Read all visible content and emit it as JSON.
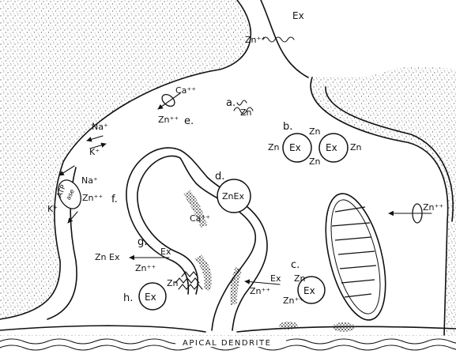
{
  "diagram": {
    "caption": "APICAL DENDRITE",
    "labels": {
      "a": "a.",
      "b": "b.",
      "c": "c.",
      "d": "d.",
      "e": "e.",
      "f": "f.",
      "g": "g.",
      "h": "h."
    },
    "ions": {
      "zn": "Zn",
      "zn_plus": "Zn⁺⁺",
      "ca_plus": "Ca⁺⁺",
      "na_plus": "Na⁺",
      "k_plus": "K⁺"
    },
    "complexes": {
      "ex": "Ex",
      "zn_ex": "ZnEx",
      "zn_ex_g": "Zn Ex"
    },
    "pump": {
      "atp": "ATP",
      "ase": "ase"
    },
    "colors": {
      "ink": "#111111",
      "tissue_stipple": "#6a6a6a",
      "background": "#ffffff"
    }
  }
}
